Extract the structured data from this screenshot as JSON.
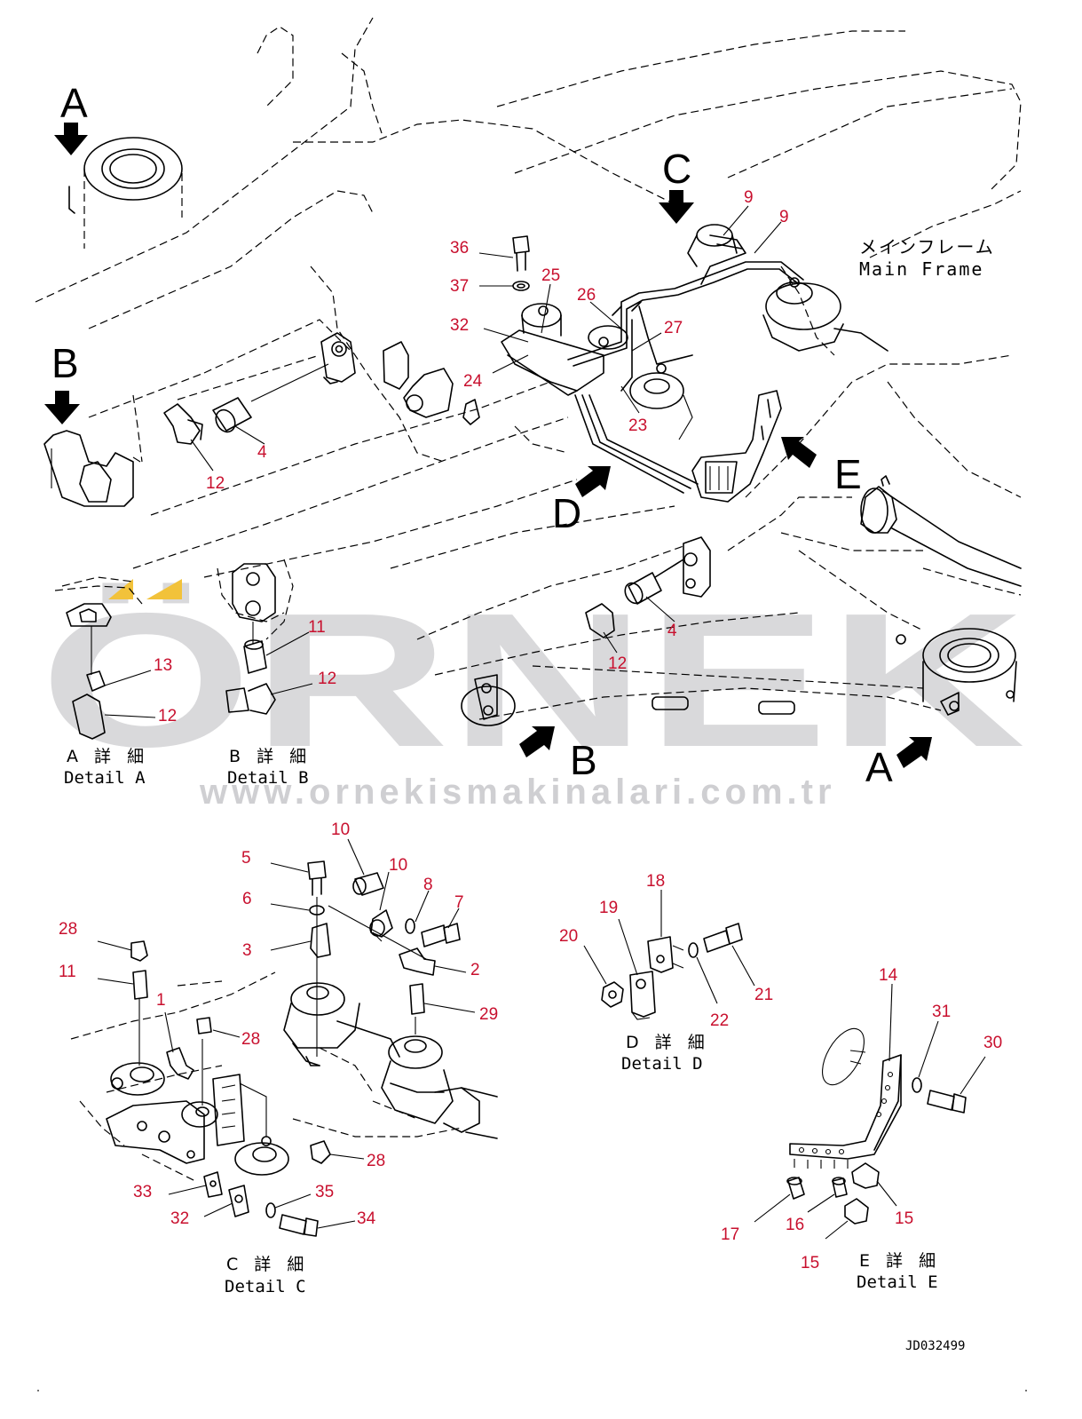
{
  "watermark": {
    "logo_text": "ÖRNEK",
    "url": "www.ornekismakinalari.com.tr"
  },
  "view_letters": {
    "a": "A",
    "b": "B",
    "c": "C",
    "d": "D",
    "e": "E"
  },
  "main_frame_label": {
    "jp": "メインフレーム",
    "en": "Main Frame"
  },
  "details": {
    "a": {
      "jp": "A 詳 細",
      "en": "Detail A"
    },
    "b": {
      "jp": "B 詳 細",
      "en": "Detail B"
    },
    "c": {
      "jp": "C 詳 細",
      "en": "Detail C"
    },
    "d": {
      "jp": "D 詳 細",
      "en": "Detail D"
    },
    "e": {
      "jp": "E 詳 細",
      "en": "Detail E"
    }
  },
  "callouts": {
    "main": [
      "9",
      "9",
      "36",
      "37",
      "25",
      "26",
      "27",
      "32",
      "24",
      "23",
      "4",
      "12",
      "4",
      "12"
    ],
    "detail_a": [
      "13",
      "12"
    ],
    "detail_b": [
      "11",
      "12"
    ],
    "detail_c": [
      "10",
      "10",
      "5",
      "6",
      "8",
      "7",
      "3",
      "2",
      "29",
      "28",
      "11",
      "1",
      "28",
      "28",
      "33",
      "35",
      "34",
      "32"
    ],
    "detail_d": [
      "18",
      "19",
      "20",
      "21",
      "22"
    ],
    "detail_e": [
      "14",
      "31",
      "30",
      "17",
      "16",
      "15",
      "15"
    ]
  },
  "drawing_code": "JD032499",
  "colors": {
    "callout": "#c8102e",
    "line": "#000000",
    "watermark_gray": "#d9d9db",
    "watermark_accent": "#f2c23a"
  }
}
